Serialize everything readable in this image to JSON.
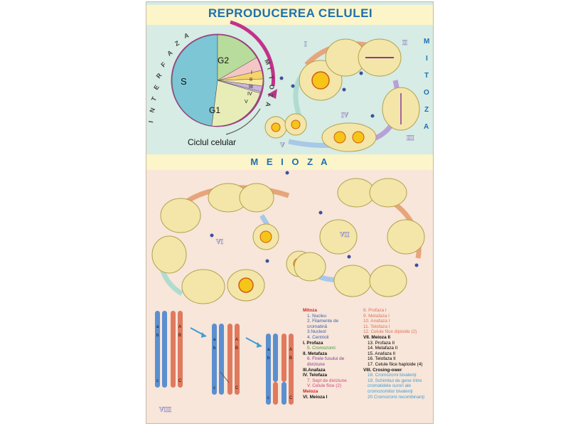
{
  "title": "REPRODUCEREA CELULEI",
  "meioza_title": "M E I O Z A",
  "cycle": {
    "label": "Ciclul celular",
    "interphase_letters": [
      "I",
      "N",
      "T",
      "E",
      "R",
      "F",
      "A",
      "Z",
      "A"
    ],
    "mitosis_letters": [
      "M",
      "I",
      "T",
      "O",
      "Z",
      "A"
    ],
    "sectors": [
      {
        "name": "S",
        "color": "#7cc6d6"
      },
      {
        "name": "G2",
        "color": "#b7dc9b"
      },
      {
        "name": "G1",
        "color": "#e8edb8"
      }
    ],
    "phase_numerals": [
      "I",
      "II",
      "III",
      "IV",
      "V"
    ]
  },
  "mitoza_side": [
    "M",
    "I",
    "T",
    "O",
    "Z",
    "A"
  ],
  "stage_numerals": {
    "mitoza": [
      "I",
      "II",
      "III",
      "IV",
      "V"
    ],
    "meioza": [
      "VI",
      "VII",
      "VIII"
    ]
  },
  "chromosome_letters": {
    "left_pair": [
      "a",
      "b",
      "c",
      "A",
      "B",
      "C"
    ],
    "mid_pair": [
      "a",
      "b",
      "c",
      "A",
      "B",
      "C"
    ],
    "right_pair": [
      "a",
      "b",
      "c",
      "A",
      "B",
      "C"
    ]
  },
  "legend_left": {
    "mitoza_heading": "Mitoza",
    "mitoza_items": [
      "1. Nucleu",
      "2. Filamente de",
      "cromatină",
      "3.Nucleol",
      "4. Centrioli"
    ],
    "profaza": "I. Profaza",
    "profaza_item": "5. Cromozomi",
    "metafaza": "II. Metafaza",
    "metafaza_items": [
      "6. Firele fusului de",
      "diviziune"
    ],
    "anafaza": "III.Anafaza",
    "telofaza": "IV. Telofaza",
    "telofaza_items": [
      "7. Sept de diviziune",
      "V. Celule fiice (2)"
    ],
    "meioza_heading": "Meioza",
    "meioza_1": "VI. Meioza I"
  },
  "legend_right": {
    "items_orange": [
      "8. Profaza I",
      "9. Metafaza I",
      "10. Anafaza I",
      "11. Telofaza I",
      "12. Celule fiice diploide (2)"
    ],
    "meioza_2": "VII. Meioza II",
    "items_black": [
      "13. Profaza II",
      "14. Metafaza II",
      "15. Anafaza II",
      "16. Telofaza II",
      "17. Celule fiice haploide (4)"
    ],
    "crossing": "VIII. Crosing-ower",
    "items_blue": [
      "18. Cromozomi bivalenţi",
      "19. Schimbul de gene între",
      "cromatidele surori ale",
      "cromozomilor bivalenţi",
      "20 Cromozomi recombinanţi"
    ]
  }
}
